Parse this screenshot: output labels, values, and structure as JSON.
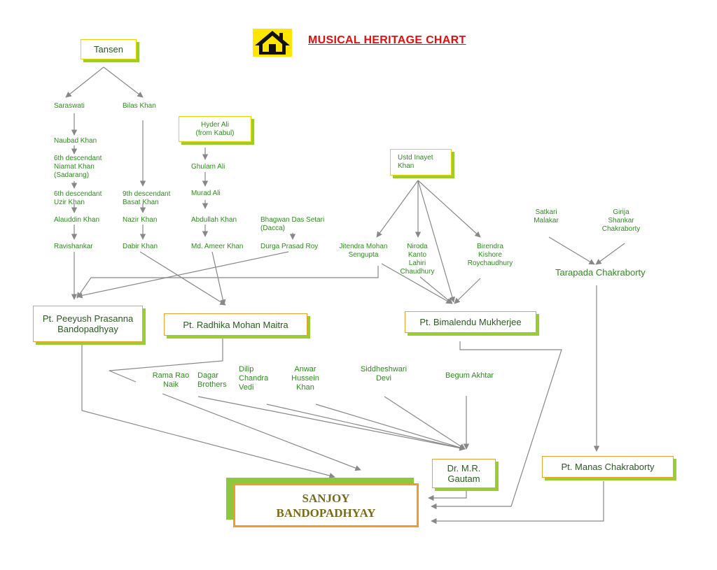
{
  "title": "MUSICAL HERITAGE CHART",
  "icon": "house-icon",
  "colors": {
    "node_text": "#2e8b1e",
    "box_border": "#f0a030",
    "box_shadow": "#9acd32",
    "title": "#e01010",
    "lines": "#888888"
  },
  "nodes": {
    "tansen": "Tansen",
    "saraswati": "Saraswati",
    "bilas_khan": "Bilas Khan",
    "naubad_khan": "Naubad Khan",
    "niamat_khan": "6th descendant\nNiamat Khan\n(Sadarang)",
    "uzir_khan": "6th descendant\nUzir Khan",
    "alauddin_khan": "Alauddin Khan",
    "ravishankar": "Ravishankar",
    "basat_khan": "9th descendant\nBasat Khan",
    "nazir_khan": "Nazir Khan",
    "dabir_khan": "Dabir Khan",
    "hyder_ali": "Hyder Ali\n(from Kabul)",
    "ghulam_ali": "Ghulam Ali",
    "murad_ali": "Murad Ali",
    "abdullah_khan": "Abdullah Khan",
    "ameer_khan": "Md. Ameer Khan",
    "bhagwan_das": "Bhagwan Das Setari\n(Dacca)",
    "durga_prasad": "Durga Prasad Roy",
    "inayet_khan": "Ustd Inayet\nKhan",
    "jitendra": "Jitendra Mohan\nSengupta",
    "niroda": "Niroda\nKanto\nLahiri\nChaudhury",
    "birendra": "Birendra\nKishore\nRoychaudhury",
    "satkari": "Satkari\nMalakar",
    "girija": "Girija\nShankar\nChakraborty",
    "tarapada": "Tarapada Chakraborty",
    "peeyush": "Pt. Peeyush Prasanna\nBandopadhyay",
    "radhika": "Pt. Radhika Mohan Maitra",
    "bimalendu": "Pt. Bimalendu Mukherjee",
    "rama_rao": "Rama Rao\nNaik",
    "dagar": "Dagar\nBrothers",
    "dilip": "Dilip\nChandra\nVedi",
    "anwar": "Anwar\nHussein\nKhan",
    "siddheshwari": "Siddheshwari\nDevi",
    "begum": "Begum Akhtar",
    "gautam": "Dr. M.R.\nGautam",
    "manas": "Pt. Manas Chakraborty",
    "sanjoy": "SANJOY\nBANDOPADHYAY"
  }
}
